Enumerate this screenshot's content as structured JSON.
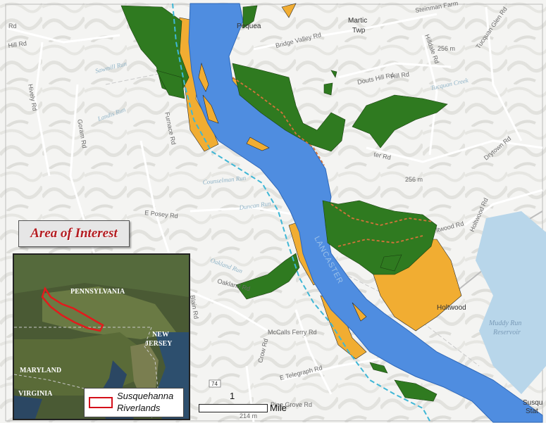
{
  "colors": {
    "river": "#4f8de0",
    "river_edge": "#2e67b8",
    "reservoir": "#b8d6ea",
    "green_land": "#2f7a20",
    "orange_land": "#f1ad32",
    "trail": "#d4733a",
    "boundary_dash": "#3fb7d6",
    "aoi_red": "#d4101a"
  },
  "places": [
    {
      "name": "Pequea"
    },
    {
      "name": "Martic"
    },
    {
      "name": "Twp"
    },
    {
      "name": "Holtwood"
    },
    {
      "name": "Susqu"
    },
    {
      "name": "Stat"
    }
  ],
  "roads": [
    {
      "name": "Bridge Valley Rd"
    },
    {
      "name": "Douts Hill Rd"
    },
    {
      "name": "Hilldale Rd"
    },
    {
      "name": "Furnace Rd"
    },
    {
      "name": "Goram Rd"
    },
    {
      "name": "Hively Rd"
    },
    {
      "name": "E Posey Rd"
    },
    {
      "name": "Blain Rd"
    },
    {
      "name": "McCalls Ferry Rd"
    },
    {
      "name": "Crow Rd"
    },
    {
      "name": "E Telegraph Rd"
    },
    {
      "name": "Pine Grove Rd"
    },
    {
      "name": "Drytown Rd"
    },
    {
      "name": "Holtwood Rd"
    },
    {
      "name": "Oakland Rd"
    },
    {
      "name": "Tucquan Glen Rd"
    },
    {
      "name": "Steinman Farm"
    },
    {
      "name": "Hill Rd"
    },
    {
      "name": "Hill Rd"
    },
    {
      "name": "ter Rd"
    },
    {
      "name": "ltwood Rd"
    },
    {
      "name": "Rd"
    }
  ],
  "streams": [
    {
      "name": "Tucquan Creek"
    },
    {
      "name": "Counselman Run"
    },
    {
      "name": "Duncan Run"
    },
    {
      "name": "Oakland Run"
    },
    {
      "name": "Sawmill Run"
    },
    {
      "name": "Landis Run"
    }
  ],
  "water_labels": {
    "reservoir_line1": "Muddy Run",
    "reservoir_line2": "Reservoir",
    "county": "LANCASTER"
  },
  "elevations": [
    "256 m",
    "256 m",
    "214 m"
  ],
  "highway_shield": "74",
  "area_of_interest_title": "Area of Interest",
  "inset": {
    "labels": {
      "pennsylvania": "PENNSYLVANIA",
      "new": "NEW",
      "jersey": "JERSEY",
      "maryland": "MARYLAND",
      "virginia": "VIRGINIA"
    }
  },
  "legend": {
    "line1": "Susquehanna",
    "line2": "Riverlands"
  },
  "scale": {
    "value": "1",
    "unit": "Mile"
  }
}
